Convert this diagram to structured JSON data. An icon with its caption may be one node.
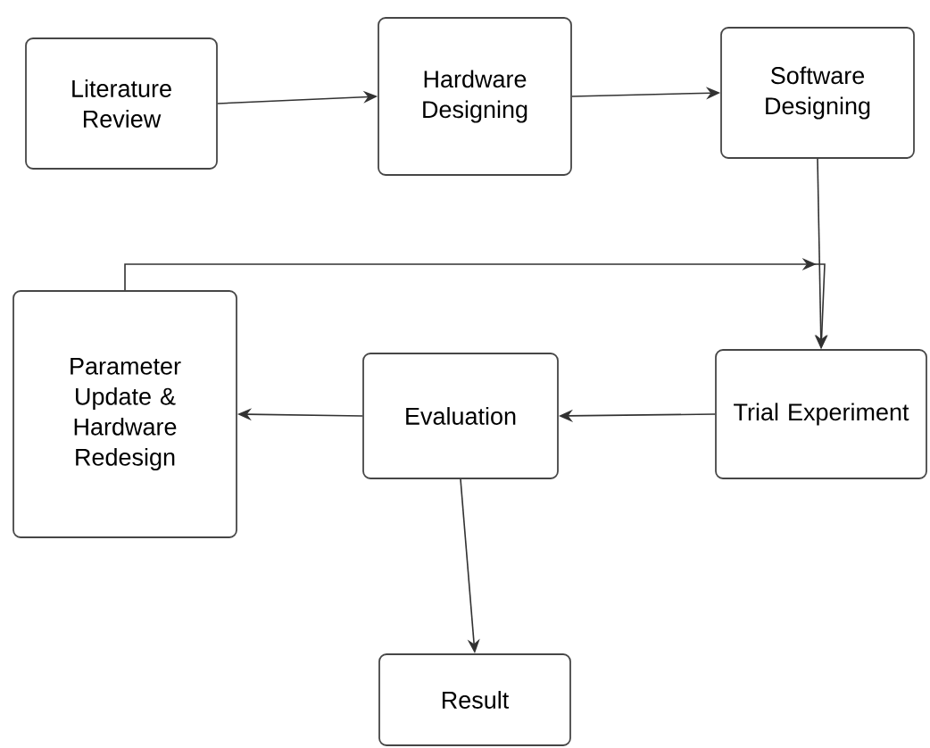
{
  "diagram": {
    "nodes": [
      {
        "text": [
          "Literature Review"
        ]
      },
      {
        "text": [
          "Hardware Designing"
        ]
      },
      {
        "text": [
          "Software Designing"
        ]
      },
      {
        "text": [
          "Trial Experiment"
        ]
      },
      {
        "text": [
          "Evaluation"
        ]
      },
      {
        "text": [
          "Parameter Update & Hardware Redesign"
        ]
      },
      {
        "text": [
          "Result"
        ]
      }
    ],
    "edges": [
      {
        "from": 0,
        "to": 1,
        "arrow": "to"
      },
      {
        "from": 1,
        "to": 2,
        "arrow": "to"
      },
      {
        "from": 2,
        "to": 3,
        "arrow": "to"
      },
      {
        "from": 3,
        "to": 4,
        "arrow": "to"
      },
      {
        "from": 4,
        "to": 5,
        "arrow": "to"
      },
      {
        "from": 4,
        "to": 6,
        "arrow": "to"
      },
      {
        "from": 5,
        "to": 3,
        "arrow": "to"
      }
    ]
  }
}
